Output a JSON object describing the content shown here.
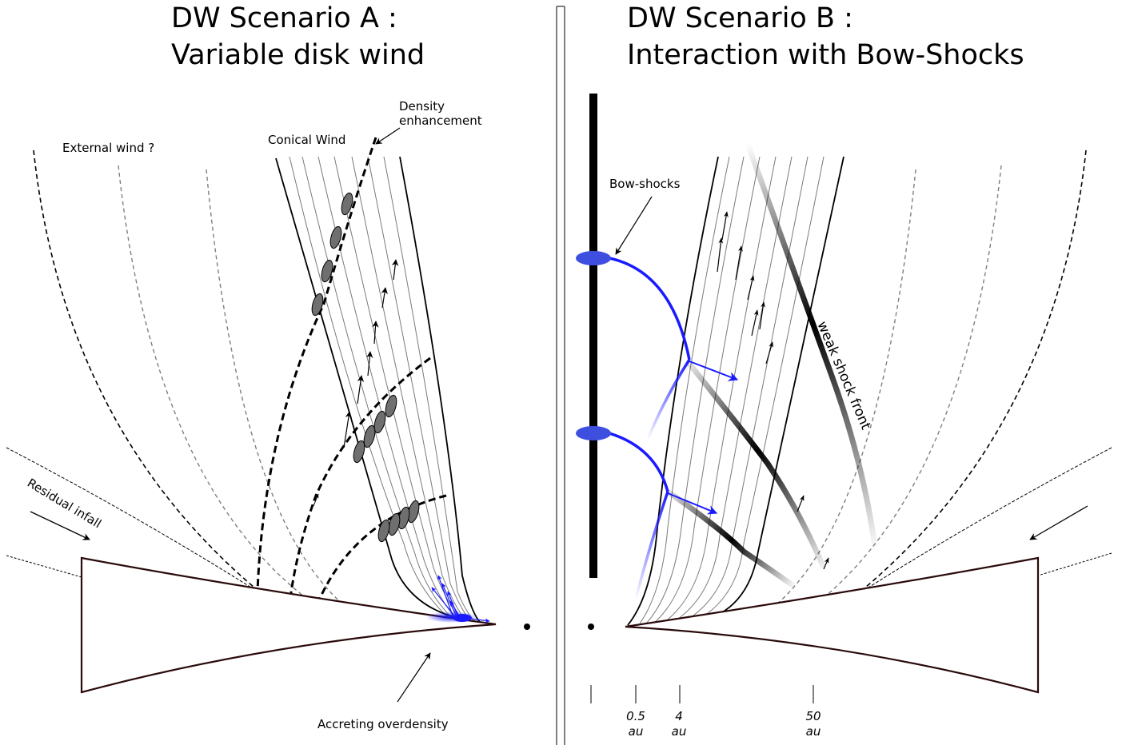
{
  "panel_a": {
    "title_line1": "DW Scenario A :",
    "title_line2": "Variable disk wind",
    "labels": {
      "external_wind": "External wind ?",
      "conical_wind": "Conical Wind",
      "density_line1": "Density",
      "density_line2": "enhancement",
      "residual_infall": "Residual infall",
      "accreting_overdensity": "Accreting overdensity"
    }
  },
  "panel_b": {
    "title_line1": "DW Scenario B :",
    "title_line2": "Interaction with Bow-Shocks",
    "labels": {
      "bow_shocks": "Bow-shocks",
      "weak_shock_front": "weak shock front"
    },
    "scale_ticks": [
      {
        "value": "0.5",
        "unit": "au"
      },
      {
        "value": "4",
        "unit": "au"
      },
      {
        "value": "50",
        "unit": "au"
      }
    ]
  },
  "colors": {
    "line": "#000000",
    "disk_outline": "#2a0a0a",
    "accent_blue": "#1a1aff",
    "bow_shock_fill": "#3e4fe0",
    "blob_fill": "#707070",
    "dashed_gray": "#808080"
  }
}
